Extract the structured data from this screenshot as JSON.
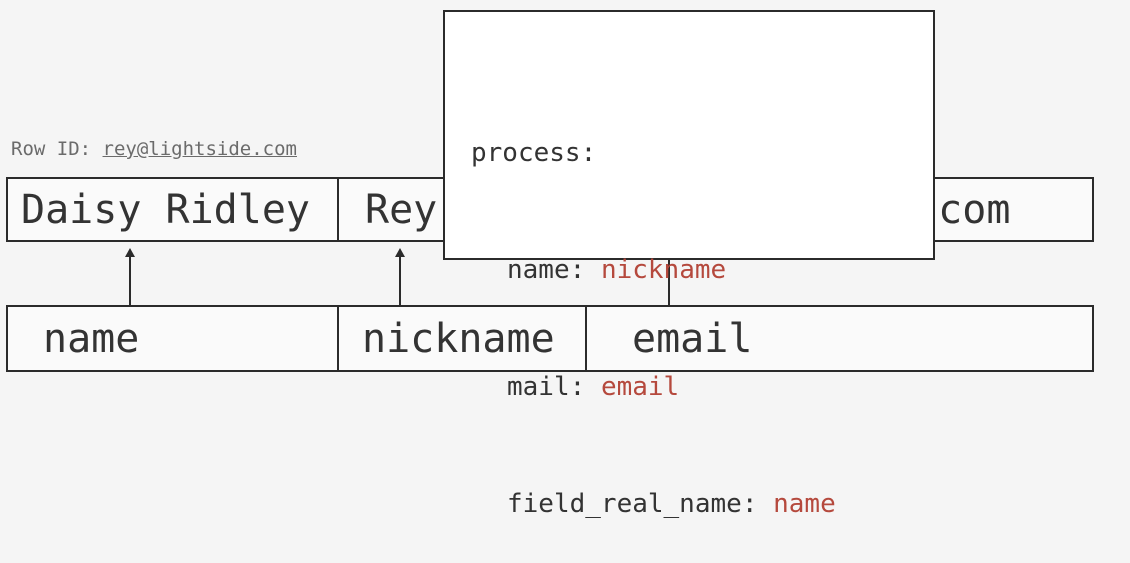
{
  "row_id": {
    "label": "Row ID: ",
    "value": "rey@lightside.com"
  },
  "data_row": {
    "cells": [
      "Daisy Ridley",
      "Rey",
      "rey@lightside.com"
    ]
  },
  "field_row": {
    "cells": [
      "name",
      "nickname",
      "email"
    ]
  },
  "popup": {
    "header": "process:",
    "mappings": [
      {
        "key": "name",
        "value": "nickname"
      },
      {
        "key": "mail",
        "value": "email"
      },
      {
        "key": "field_real_name",
        "value": "name"
      }
    ]
  },
  "colors": {
    "mapping_value": "#b5493d",
    "border": "#2b2b2b",
    "background": "#f5f5f5"
  }
}
